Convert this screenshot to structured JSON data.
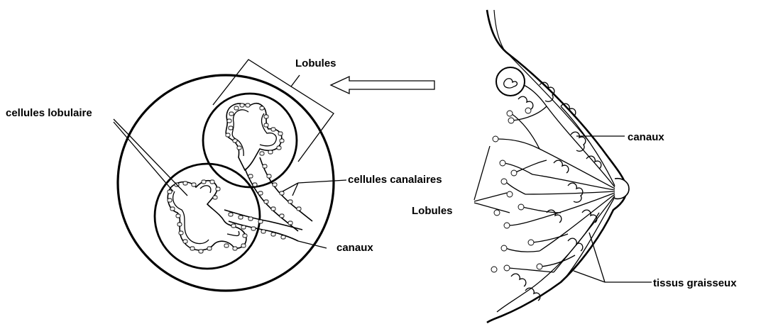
{
  "labels": {
    "lobules_top": "Lobules",
    "cellules_lobulaire": "cellules lobulaire",
    "cellules_canalaires": "cellules canalaires",
    "canaux_left": "canaux",
    "canaux_right": "canaux",
    "lobules_right": "Lobules",
    "tissus_graisseux": "tissus graisseux"
  }
}
